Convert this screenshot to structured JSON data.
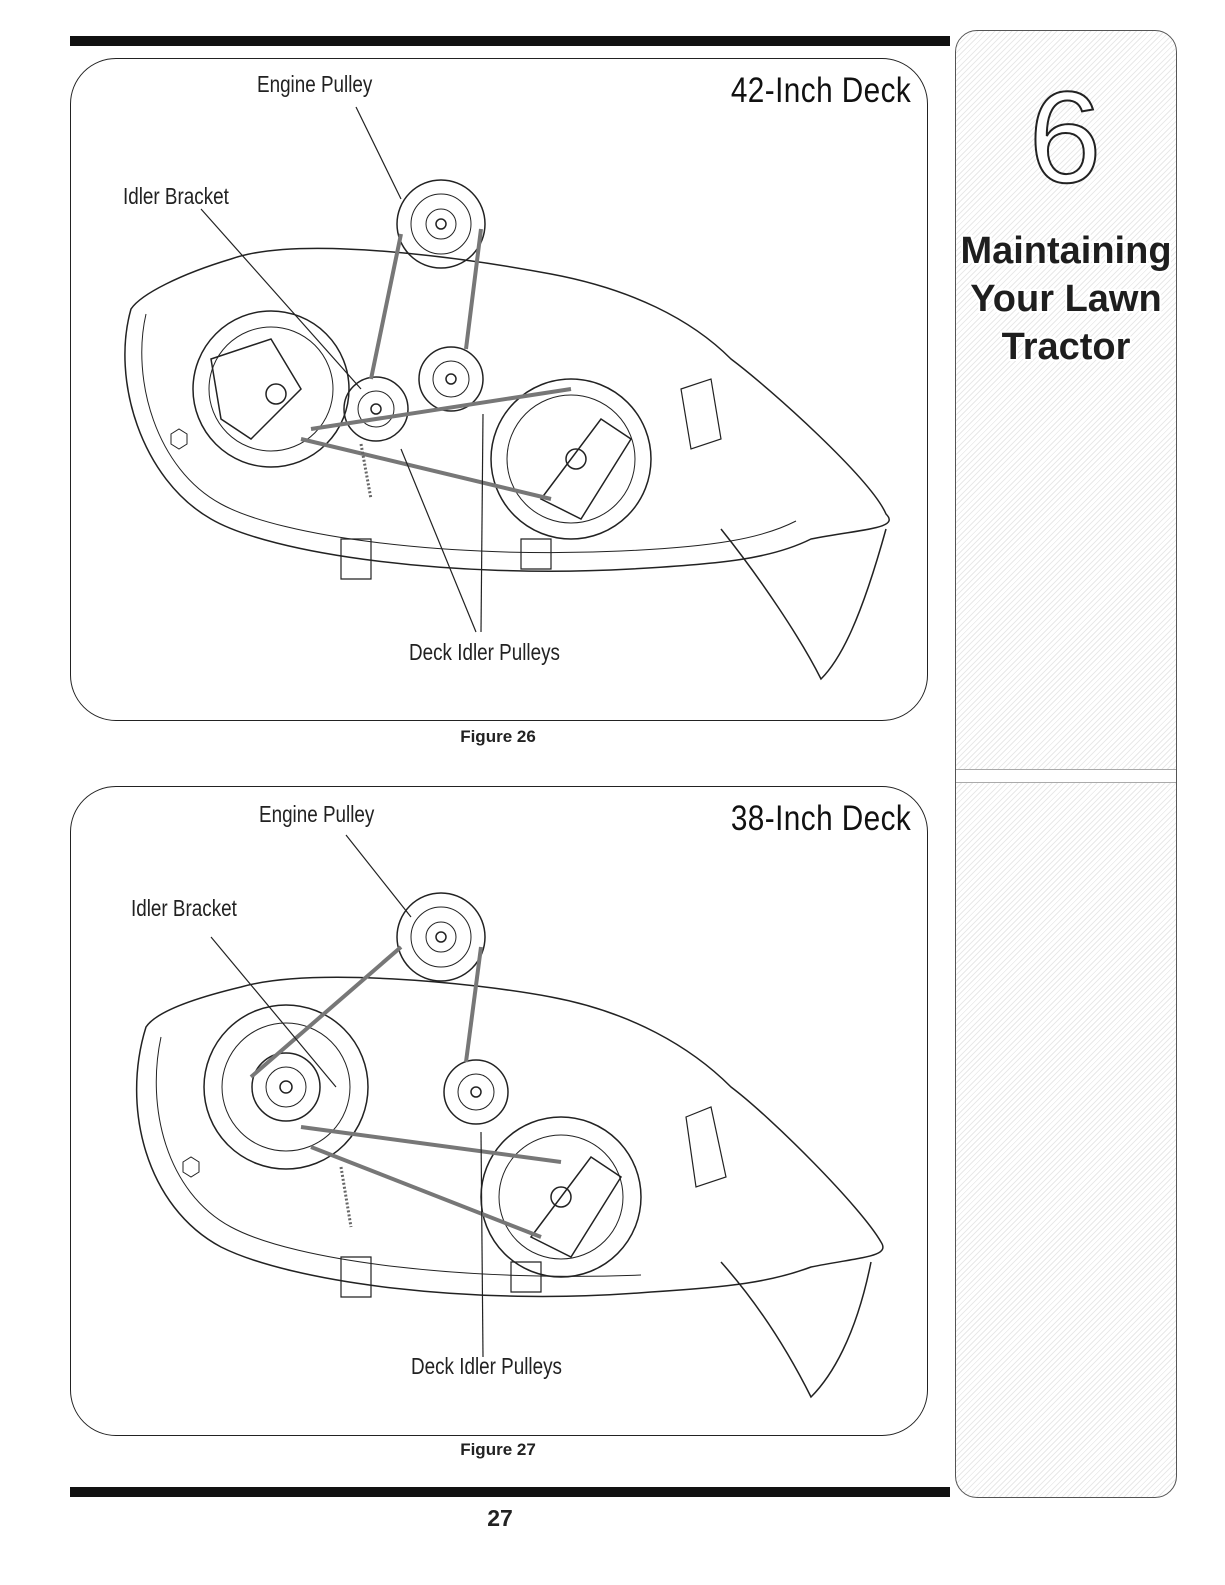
{
  "chapter": {
    "number": "6",
    "title": "Maintaining\nYour Lawn\nTractor"
  },
  "figures": [
    {
      "deck_label": "42-Inch Deck",
      "engine_pulley_label": "Engine Pulley",
      "idler_bracket_label": "Idler Bracket",
      "deck_idler_pulleys_label": "Deck Idler Pulleys",
      "caption": "Figure 26"
    },
    {
      "deck_label": "38-Inch Deck",
      "engine_pulley_label": "Engine Pulley",
      "idler_bracket_label": "Idler Bracket",
      "deck_idler_pulleys_label": "Deck Idler Pulleys",
      "caption": "Figure 27"
    }
  ],
  "page_number": "27"
}
